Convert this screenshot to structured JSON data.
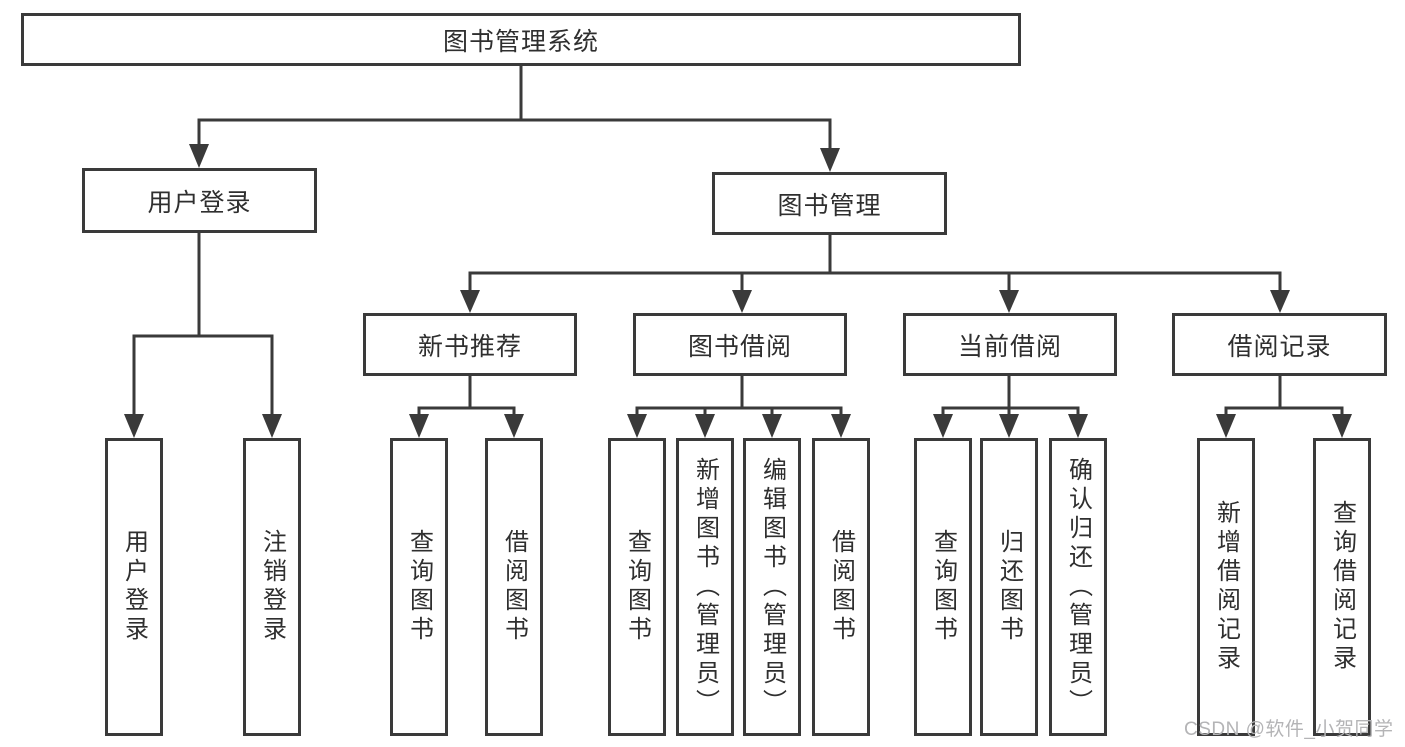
{
  "colors": {
    "line": "#3a3a3a",
    "text": "#2f2f2f",
    "background": "#ffffff",
    "watermark": "#b4b4b6"
  },
  "watermark": {
    "text": "CSDN @软件_小贺同学"
  },
  "tree": {
    "label": "图书管理系统",
    "children": [
      {
        "label": "用户登录",
        "children": [
          {
            "label": "用户登录"
          },
          {
            "label": "注销登录"
          }
        ]
      },
      {
        "label": "图书管理",
        "children": [
          {
            "label": "新书推荐",
            "children": [
              {
                "label": "查询图书"
              },
              {
                "label": "借阅图书"
              }
            ]
          },
          {
            "label": "图书借阅",
            "children": [
              {
                "label": "查询图书"
              },
              {
                "label": "新增图书（管理员）"
              },
              {
                "label": "编辑图书（管理员）"
              },
              {
                "label": "借阅图书"
              }
            ]
          },
          {
            "label": "当前借阅",
            "children": [
              {
                "label": "查询图书"
              },
              {
                "label": "归还图书"
              },
              {
                "label": "确认归还（管理员）"
              }
            ]
          },
          {
            "label": "借阅记录",
            "children": [
              {
                "label": "新增借阅记录"
              },
              {
                "label": "查询借阅记录"
              }
            ]
          }
        ]
      }
    ]
  }
}
